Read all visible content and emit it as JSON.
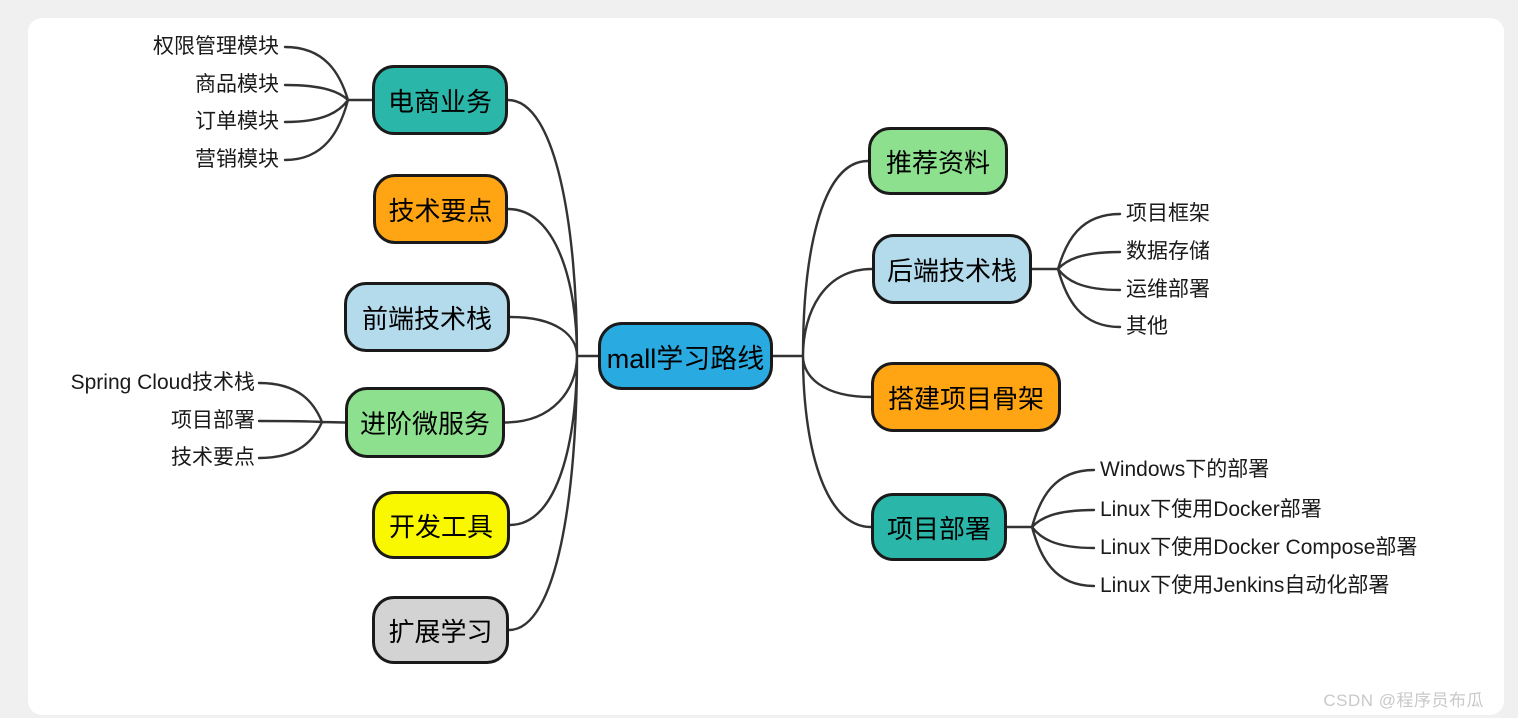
{
  "root": {
    "label": "mall学习路线",
    "color": "#29abe2"
  },
  "left_branches": [
    {
      "label": "电商业务",
      "color": "#2ab6a8",
      "children": [
        "权限管理模块",
        "商品模块",
        "订单模块",
        "营销模块"
      ]
    },
    {
      "label": "技术要点",
      "color": "#ffa513",
      "children": []
    },
    {
      "label": "前端技术栈",
      "color": "#b3dbeb",
      "children": []
    },
    {
      "label": "进阶微服务",
      "color": "#8ce08e",
      "children": [
        "Spring Cloud技术栈",
        "项目部署",
        "技术要点"
      ]
    },
    {
      "label": "开发工具",
      "color": "#f9f800",
      "children": []
    },
    {
      "label": "扩展学习",
      "color": "#d3d3d3",
      "children": []
    }
  ],
  "right_branches": [
    {
      "label": "推荐资料",
      "color": "#8ce08e",
      "children": []
    },
    {
      "label": "后端技术栈",
      "color": "#b3dbeb",
      "children": [
        "项目框架",
        "数据存储",
        "运维部署",
        "其他"
      ]
    },
    {
      "label": "搭建项目骨架",
      "color": "#ffa513",
      "children": []
    },
    {
      "label": "项目部署",
      "color": "#2ab6a8",
      "children": [
        "Windows下的部署",
        "Linux下使用Docker部署",
        "Linux下使用Docker Compose部署",
        "Linux下使用Jenkins自动化部署"
      ]
    }
  ],
  "watermark": "CSDN @程序员布瓜",
  "edge_color": "#333333"
}
